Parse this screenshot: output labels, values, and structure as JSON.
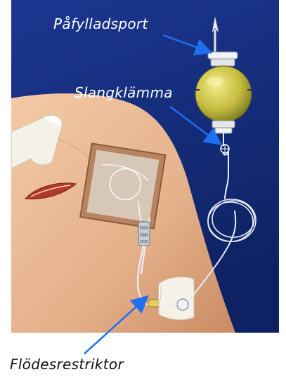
{
  "labels": {
    "refill_port": "Påfylladsport",
    "tube_clamp": "Slangklämma",
    "flow_restrictor": "Flödesrestriktor"
  },
  "colors": {
    "background": "#142a78",
    "skin": "#e7b690",
    "arrow": "#1e6ff0",
    "pump_ball": "#c8c24a",
    "dressing": "#b07a58",
    "tube": "#e8edf3"
  },
  "icons": [
    "arrow-icon",
    "pump-icon",
    "clamp-icon",
    "connector-icon"
  ]
}
